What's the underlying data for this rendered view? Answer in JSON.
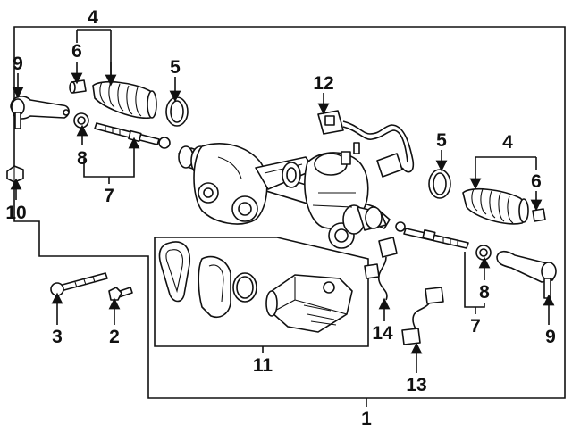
{
  "diagram": {
    "callouts": {
      "c1": "1",
      "c2": "2",
      "c3": "3",
      "c4_left": "4",
      "c4_right": "4",
      "c5_left": "5",
      "c5_right": "5",
      "c6_left": "6",
      "c6_right": "6",
      "c7_left": "7",
      "c7_right": "7",
      "c8_left": "8",
      "c8_right": "8",
      "c9_left": "9",
      "c9_right": "9",
      "c10": "10",
      "c11": "11",
      "c12": "12",
      "c13": "13",
      "c14": "14"
    }
  }
}
